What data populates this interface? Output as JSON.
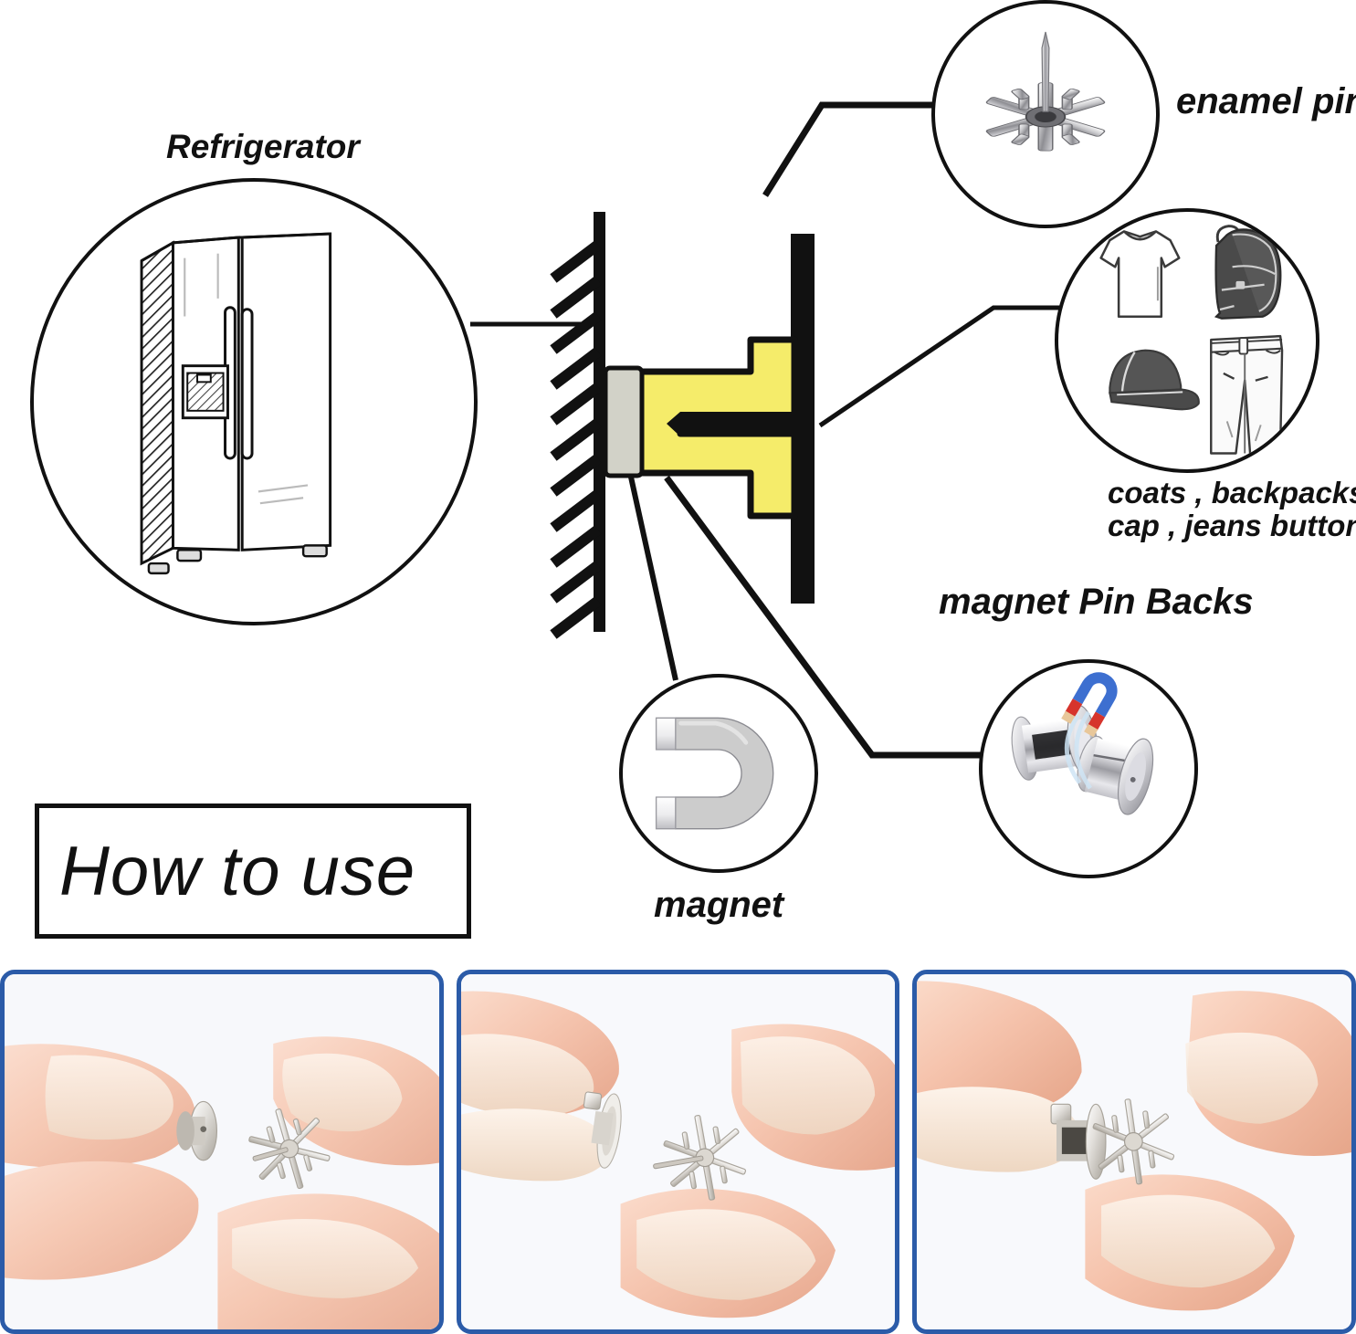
{
  "diagram": {
    "title_box": {
      "label": "How to use"
    },
    "labels": {
      "refrigerator": "Refrigerator",
      "enamel_pin": "enamel pin",
      "apparel_line1": "coats , backpacks",
      "apparel_line2": "cap , jeans buttons",
      "magnet_pin_backs": "magnet Pin Backs",
      "magnet": "magnet"
    },
    "callouts": [
      {
        "name": "refrigerator",
        "label": "Refrigerator",
        "icon": "refrigerator-icon"
      },
      {
        "name": "enamel-pin",
        "label": "enamel pin",
        "icon": "snowflake-pin-icon"
      },
      {
        "name": "apparel",
        "label": "coats , backpacks\ncap , jeans buttons",
        "icon": "apparel-icon"
      },
      {
        "name": "magnet-pin-backs",
        "label": "magnet Pin Backs",
        "icon": "pin-backs-icon"
      },
      {
        "name": "magnet",
        "label": "magnet",
        "icon": "horseshoe-magnet-icon"
      }
    ],
    "apparel_items": [
      "t-shirt",
      "backpack",
      "cap",
      "jeans"
    ],
    "cross_section": {
      "wall": "hatched-wall",
      "magnet_block": "magnet-block",
      "pin_back": "yellow-pin-back",
      "pin_shaft": "pin-shaft",
      "fabric": "fabric-bar"
    },
    "colors": {
      "outline": "#111111",
      "pin_back_yellow": "#F5EC6A",
      "magnet_block_gray": "#D2D2C8",
      "magnet_north_blue": "#3D6FD0",
      "magnet_south_red": "#D6342C",
      "magnet_pole_silver": "#E8E8E8",
      "panel_border_blue": "#2B5BA8",
      "apparel_dark": "#585858",
      "apparel_light": "#F4F4F4"
    }
  },
  "steps": {
    "panels": [
      {
        "step": "1",
        "name": "step-1-separate",
        "caption": ""
      },
      {
        "step": "2",
        "name": "step-2-align",
        "caption": ""
      },
      {
        "step": "3",
        "name": "step-3-attached",
        "caption": ""
      }
    ]
  }
}
